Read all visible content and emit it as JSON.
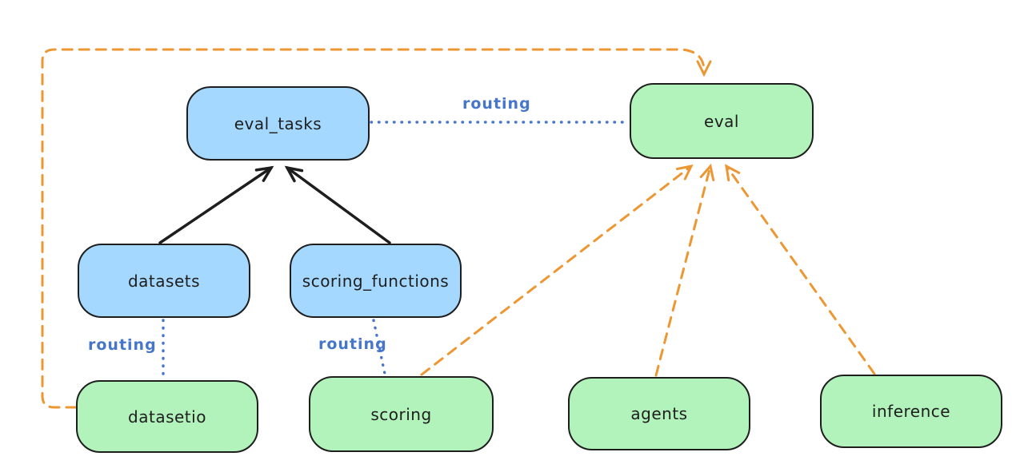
{
  "diagram": {
    "nodes": {
      "eval_tasks": {
        "label": "eval_tasks",
        "fill": "blue"
      },
      "eval": {
        "label": "eval",
        "fill": "green"
      },
      "datasets": {
        "label": "datasets",
        "fill": "blue"
      },
      "scoring_functions": {
        "label": "scoring_functions",
        "fill": "blue"
      },
      "datasetio": {
        "label": "datasetio",
        "fill": "green"
      },
      "scoring": {
        "label": "scoring",
        "fill": "green"
      },
      "agents": {
        "label": "agents",
        "fill": "green"
      },
      "inference": {
        "label": "inference",
        "fill": "green"
      }
    },
    "edge_labels": {
      "top": {
        "label": "routing"
      },
      "left": {
        "label": "routing"
      },
      "middle": {
        "label": "routing"
      }
    },
    "edges": [
      {
        "from": "datasets",
        "to": "eval_tasks",
        "style": "solid-arrow",
        "color": "black"
      },
      {
        "from": "scoring_functions",
        "to": "eval_tasks",
        "style": "solid-arrow",
        "color": "black"
      },
      {
        "from": "eval_tasks",
        "to": "eval",
        "style": "dotted-line",
        "color": "blue",
        "label": "routing"
      },
      {
        "from": "datasets",
        "to": "datasetio",
        "style": "dotted-line",
        "color": "blue",
        "label": "routing"
      },
      {
        "from": "scoring_functions",
        "to": "scoring",
        "style": "dotted-line",
        "color": "blue",
        "label": "routing"
      },
      {
        "from": "datasetio",
        "to": "eval",
        "style": "dashed-arrow",
        "color": "orange"
      },
      {
        "from": "scoring",
        "to": "eval",
        "style": "dashed-arrow",
        "color": "orange"
      },
      {
        "from": "agents",
        "to": "eval",
        "style": "dashed-arrow",
        "color": "orange"
      },
      {
        "from": "inference",
        "to": "eval",
        "style": "dashed-arrow",
        "color": "orange"
      }
    ],
    "colors": {
      "background": "#ffffff",
      "blue_fill": "#a5d8ff",
      "green_fill": "#b2f2bb",
      "stroke": "#1e1e1e",
      "routing_blue": "#4576cb",
      "orange": "#ed9733"
    }
  }
}
